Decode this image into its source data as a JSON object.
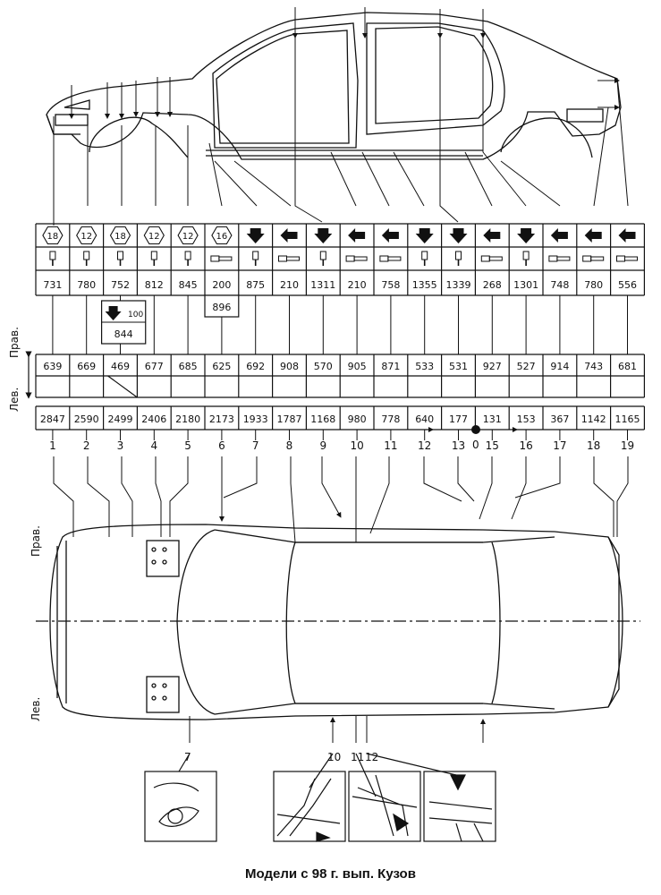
{
  "caption": "Модели с 98 г. вып. Кузов",
  "labels": {
    "right": "Прав.",
    "left": "Лев.",
    "right_top": "Прав.",
    "left_bottom": "Лев."
  },
  "columns": [
    {
      "number": "1",
      "symbol": "hex",
      "symbol_value": "18",
      "height": "731",
      "right": "639",
      "left": "2847",
      "icon": "bolt-vertical"
    },
    {
      "number": "2",
      "symbol": "hex",
      "symbol_value": "12",
      "height": "780",
      "right": "669",
      "left": "2590",
      "icon": "bolt-vertical"
    },
    {
      "number": "3",
      "symbol": "hex",
      "symbol_value": "18",
      "height": "752",
      "right": "469",
      "left": "2499",
      "icon": "bolt-vertical"
    },
    {
      "number": "4",
      "symbol": "hex",
      "symbol_value": "12",
      "height": "812",
      "right": "677",
      "left": "2406",
      "icon": "bolt-vertical"
    },
    {
      "number": "5",
      "symbol": "hex",
      "symbol_value": "12",
      "height": "845",
      "right": "685",
      "left": "2180",
      "icon": "bolt-vertical"
    },
    {
      "number": "6",
      "symbol": "hex",
      "symbol_value": "16",
      "height": "200",
      "right": "625",
      "left": "2173",
      "icon": "bolt-horizontal"
    },
    {
      "number": "7",
      "symbol": "arrow-down",
      "symbol_value": "",
      "height": "875",
      "right": "692",
      "left": "1933",
      "icon": "bolt-vertical"
    },
    {
      "number": "8",
      "symbol": "arrow-left",
      "symbol_value": "",
      "height": "210",
      "right": "908",
      "left": "1787",
      "icon": "bolt-horizontal"
    },
    {
      "number": "9",
      "symbol": "arrow-down",
      "symbol_value": "",
      "height": "1311",
      "right": "570",
      "left": "1168",
      "icon": "bolt-vertical"
    },
    {
      "number": "10",
      "symbol": "arrow-left",
      "symbol_value": "",
      "height": "210",
      "right": "905",
      "left": "980",
      "icon": "bolt-horizontal"
    },
    {
      "number": "11",
      "symbol": "arrow-left",
      "symbol_value": "",
      "height": "758",
      "right": "871",
      "left": "778",
      "icon": "bolt-horizontal"
    },
    {
      "number": "12",
      "symbol": "arrow-down",
      "symbol_value": "",
      "height": "1355",
      "right": "533",
      "left": "640",
      "icon": "bolt-vertical"
    },
    {
      "number": "13",
      "symbol": "arrow-down",
      "symbol_value": "",
      "height": "1339",
      "right": "531",
      "left": "177",
      "icon": "bolt-vertical"
    },
    {
      "number": "15",
      "symbol": "arrow-left",
      "symbol_value": "",
      "height": "268",
      "right": "927",
      "left": "131",
      "icon": "bolt-horizontal"
    },
    {
      "number": "16",
      "symbol": "arrow-down",
      "symbol_value": "",
      "height": "1301",
      "right": "527",
      "left": "153",
      "icon": "bolt-vertical"
    },
    {
      "number": "17",
      "symbol": "arrow-left",
      "symbol_value": "",
      "height": "748",
      "right": "914",
      "left": "367",
      "icon": "bolt-horizontal"
    },
    {
      "number": "18",
      "symbol": "arrow-left",
      "symbol_value": "",
      "height": "780",
      "right": "743",
      "left": "1142",
      "icon": "bolt-horizontal"
    },
    {
      "number": "19",
      "symbol": "arrow-left",
      "symbol_value": "",
      "height": "556",
      "right": "681",
      "left": "1165",
      "icon": "bolt-horizontal"
    }
  ],
  "extra_boxes": {
    "col3": {
      "label": "100",
      "value": "844"
    },
    "col6": {
      "value": "896"
    }
  },
  "zero_marker": "0",
  "detail_callouts": {
    "left": "7",
    "center": "10",
    "center2": "11",
    "right": "12"
  }
}
